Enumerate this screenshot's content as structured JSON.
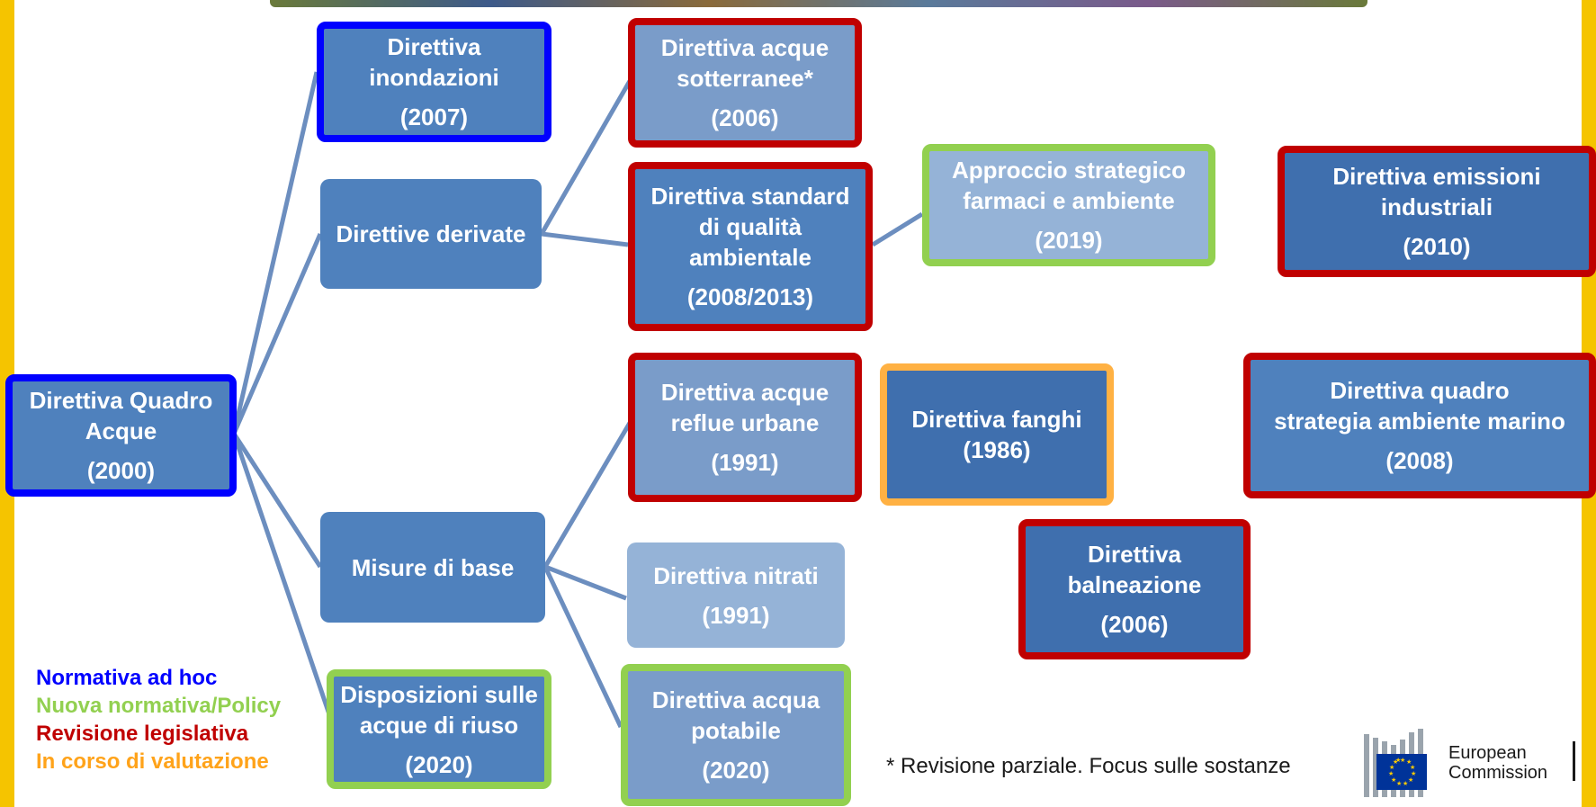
{
  "nodes": {
    "quadro": {
      "title": "Direttiva Quadro\nAcque",
      "year": "(2000)"
    },
    "inondazioni": {
      "title": "Direttiva\ninondazioni",
      "year": "(2007)"
    },
    "derivate": {
      "title": "Direttive derivate",
      "year": ""
    },
    "misure": {
      "title": "Misure di base",
      "year": ""
    },
    "riuso": {
      "title": "Disposizioni sulle\nacque di riuso",
      "year": "(2020)"
    },
    "sotterranee": {
      "title": "Direttiva acque\nsotterranee*",
      "year": "(2006)"
    },
    "standard": {
      "title": "Direttiva standard\ndi qualità\nambientale",
      "year": "(2008/2013)"
    },
    "farmaci": {
      "title": "Approccio strategico\nfarmaci e ambiente",
      "year": "(2019)"
    },
    "emissioni": {
      "title": "Direttiva emissioni\nindustriali",
      "year": "(2010)"
    },
    "reflue": {
      "title": "Direttiva acque\nreflue urbane",
      "year": "(1991)"
    },
    "fanghi": {
      "title": "Direttiva fanghi\n(1986)",
      "year": ""
    },
    "marino": {
      "title": "Direttiva quadro\nstrategia ambiente marino",
      "year": "(2008)"
    },
    "balneazione": {
      "title": "Direttiva\nbalneazione",
      "year": "(2006)"
    },
    "nitrati": {
      "title": "Direttiva nitrati",
      "year": "(1991)"
    },
    "potabile": {
      "title": "Direttiva acqua\npotabile",
      "year": "(2020)"
    }
  },
  "legend": [
    {
      "label": "Normativa ad hoc",
      "color": "#0000ff"
    },
    {
      "label": "Nuova normativa/Policy",
      "color": "#92d050"
    },
    {
      "label": "Revisione legislativa",
      "color": "#c00000"
    },
    {
      "label": "In corso di valutazione",
      "color": "#ffa31a"
    }
  ],
  "footnote": "* Revisione parziale. Focus sulle sostanze",
  "logo": {
    "line1": "European",
    "line2": "Commission"
  }
}
